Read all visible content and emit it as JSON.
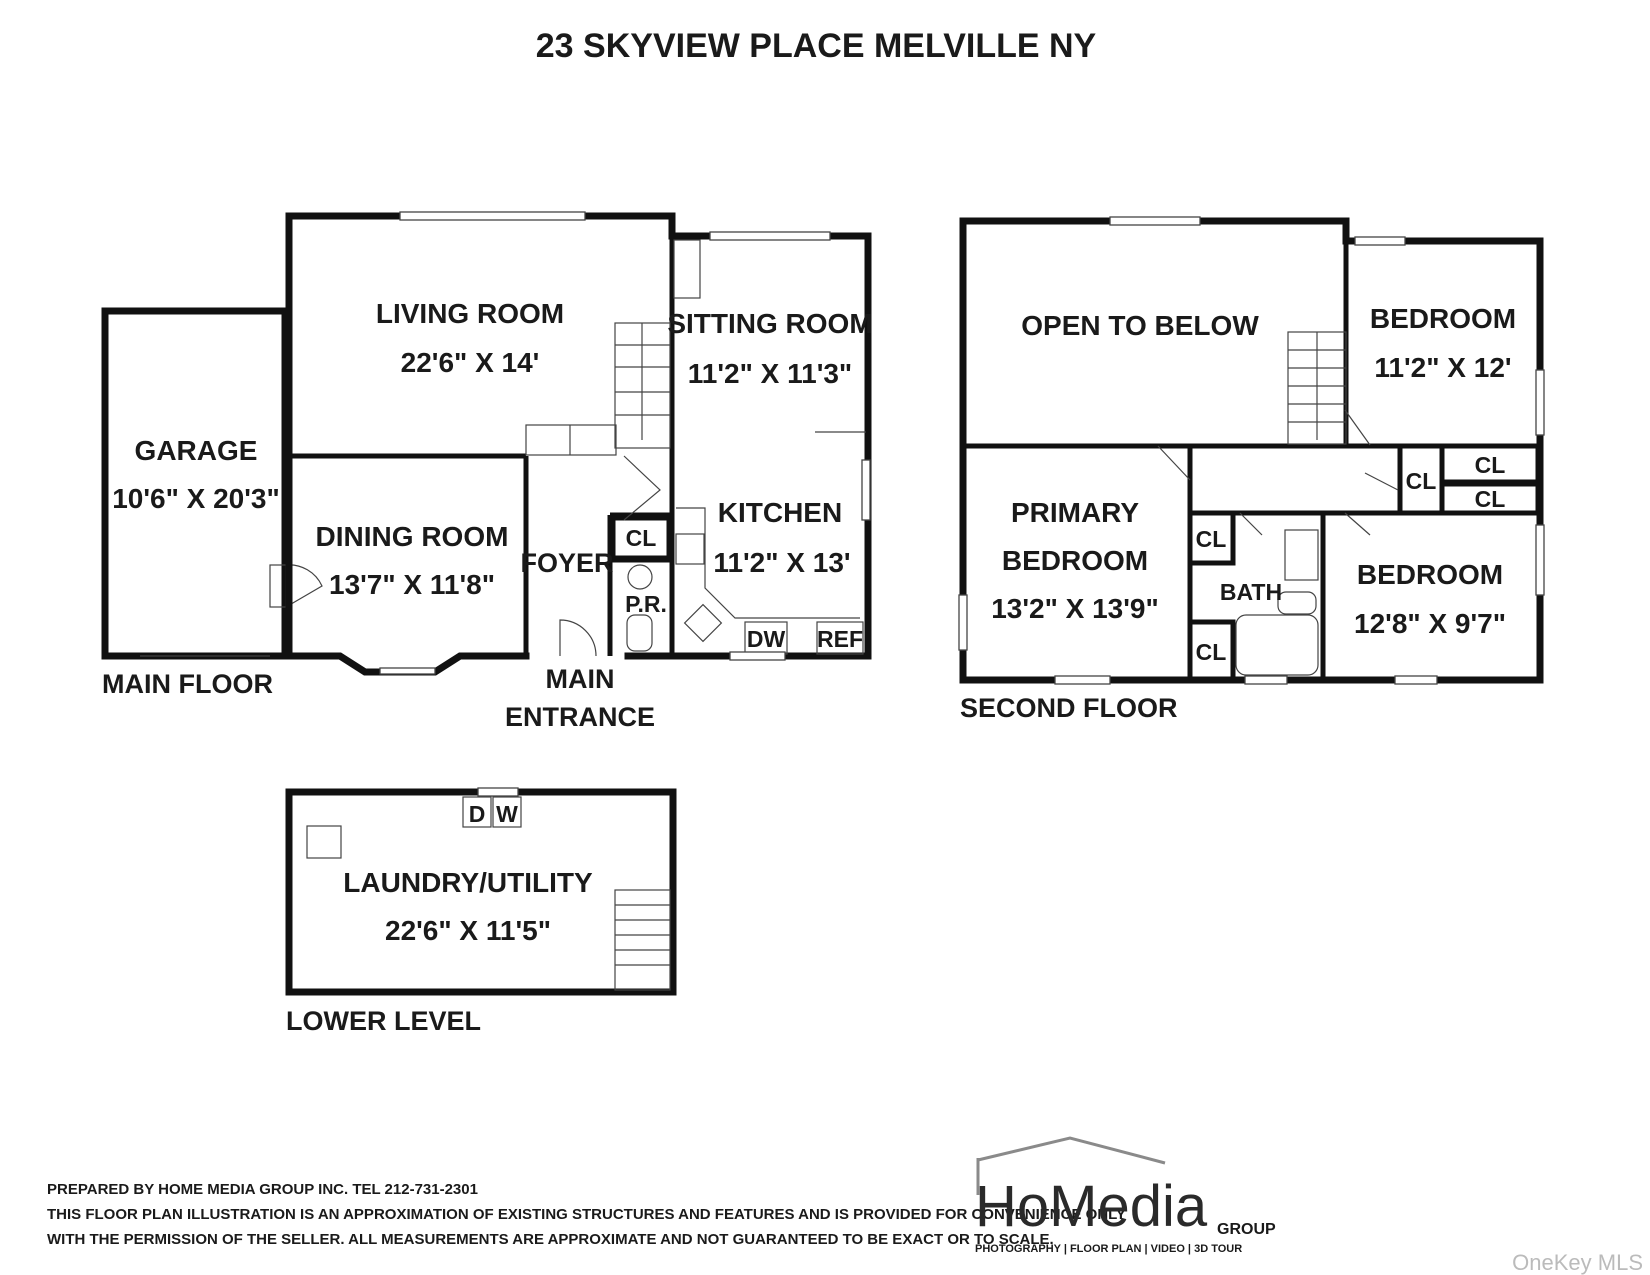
{
  "title": "23 SKYVIEW PLACE MELVILLE NY",
  "main_floor": {
    "label": "MAIN FLOOR",
    "rooms": {
      "garage": {
        "name": "GARAGE",
        "dims": "10'6\" X 20'3\""
      },
      "living": {
        "name": "LIVING ROOM",
        "dims": "22'6\" X 14'"
      },
      "dining": {
        "name": "DINING ROOM",
        "dims": "13'7\" X 11'8\""
      },
      "sitting": {
        "name": "SITTING ROOM",
        "dims": "11'2\" X 11'3\""
      },
      "kitchen": {
        "name": "KITCHEN",
        "dims": "11'2\" X 13'"
      },
      "foyer": {
        "name": "FOYER"
      },
      "closet": {
        "name": "CL"
      },
      "powder": {
        "name": "P.R."
      },
      "dw": "DW",
      "ref": "REF"
    },
    "entrance": [
      "MAIN",
      "ENTRANCE"
    ]
  },
  "second_floor": {
    "label": "SECOND FLOOR",
    "rooms": {
      "open": {
        "name": "OPEN TO BELOW"
      },
      "bedroom1": {
        "name": "BEDROOM",
        "dims": "11'2\" X 12'"
      },
      "primary": {
        "name_line1": "PRIMARY",
        "name_line2": "BEDROOM",
        "dims": "13'2\" X 13'9\""
      },
      "bath": {
        "name": "BATH"
      },
      "bedroom2": {
        "name": "BEDROOM",
        "dims": "12'8\" X 9'7\""
      },
      "closets": [
        "CL",
        "CL",
        "CL",
        "CL",
        "CL"
      ]
    }
  },
  "lower_level": {
    "label": "LOWER LEVEL",
    "room": {
      "name": "LAUNDRY/UTILITY",
      "dims": "22'6\" X 11'5\""
    },
    "d": "D",
    "w": "W"
  },
  "footer": {
    "prepared": "PREPARED BY  HOME MEDIA GROUP INC.  TEL 212-731-2301",
    "line1": "THIS FLOOR PLAN ILLUSTRATION IS AN APPROXIMATION OF EXISTING STRUCTURES AND FEATURES AND IS PROVIDED FOR CONVENIENCE ONLY",
    "line2": "WITH THE PERMISSION OF THE SELLER. ALL MEASUREMENTS ARE APPROXIMATE AND NOT GUARANTEED TO BE EXACT OR TO SCALE."
  },
  "logo": {
    "name": "HoMedia",
    "sub": "GROUP",
    "tagline": "PHOTOGRAPHY | FLOOR PLAN | VIDEO | 3D TOUR"
  },
  "watermark": "OneKey MLS"
}
